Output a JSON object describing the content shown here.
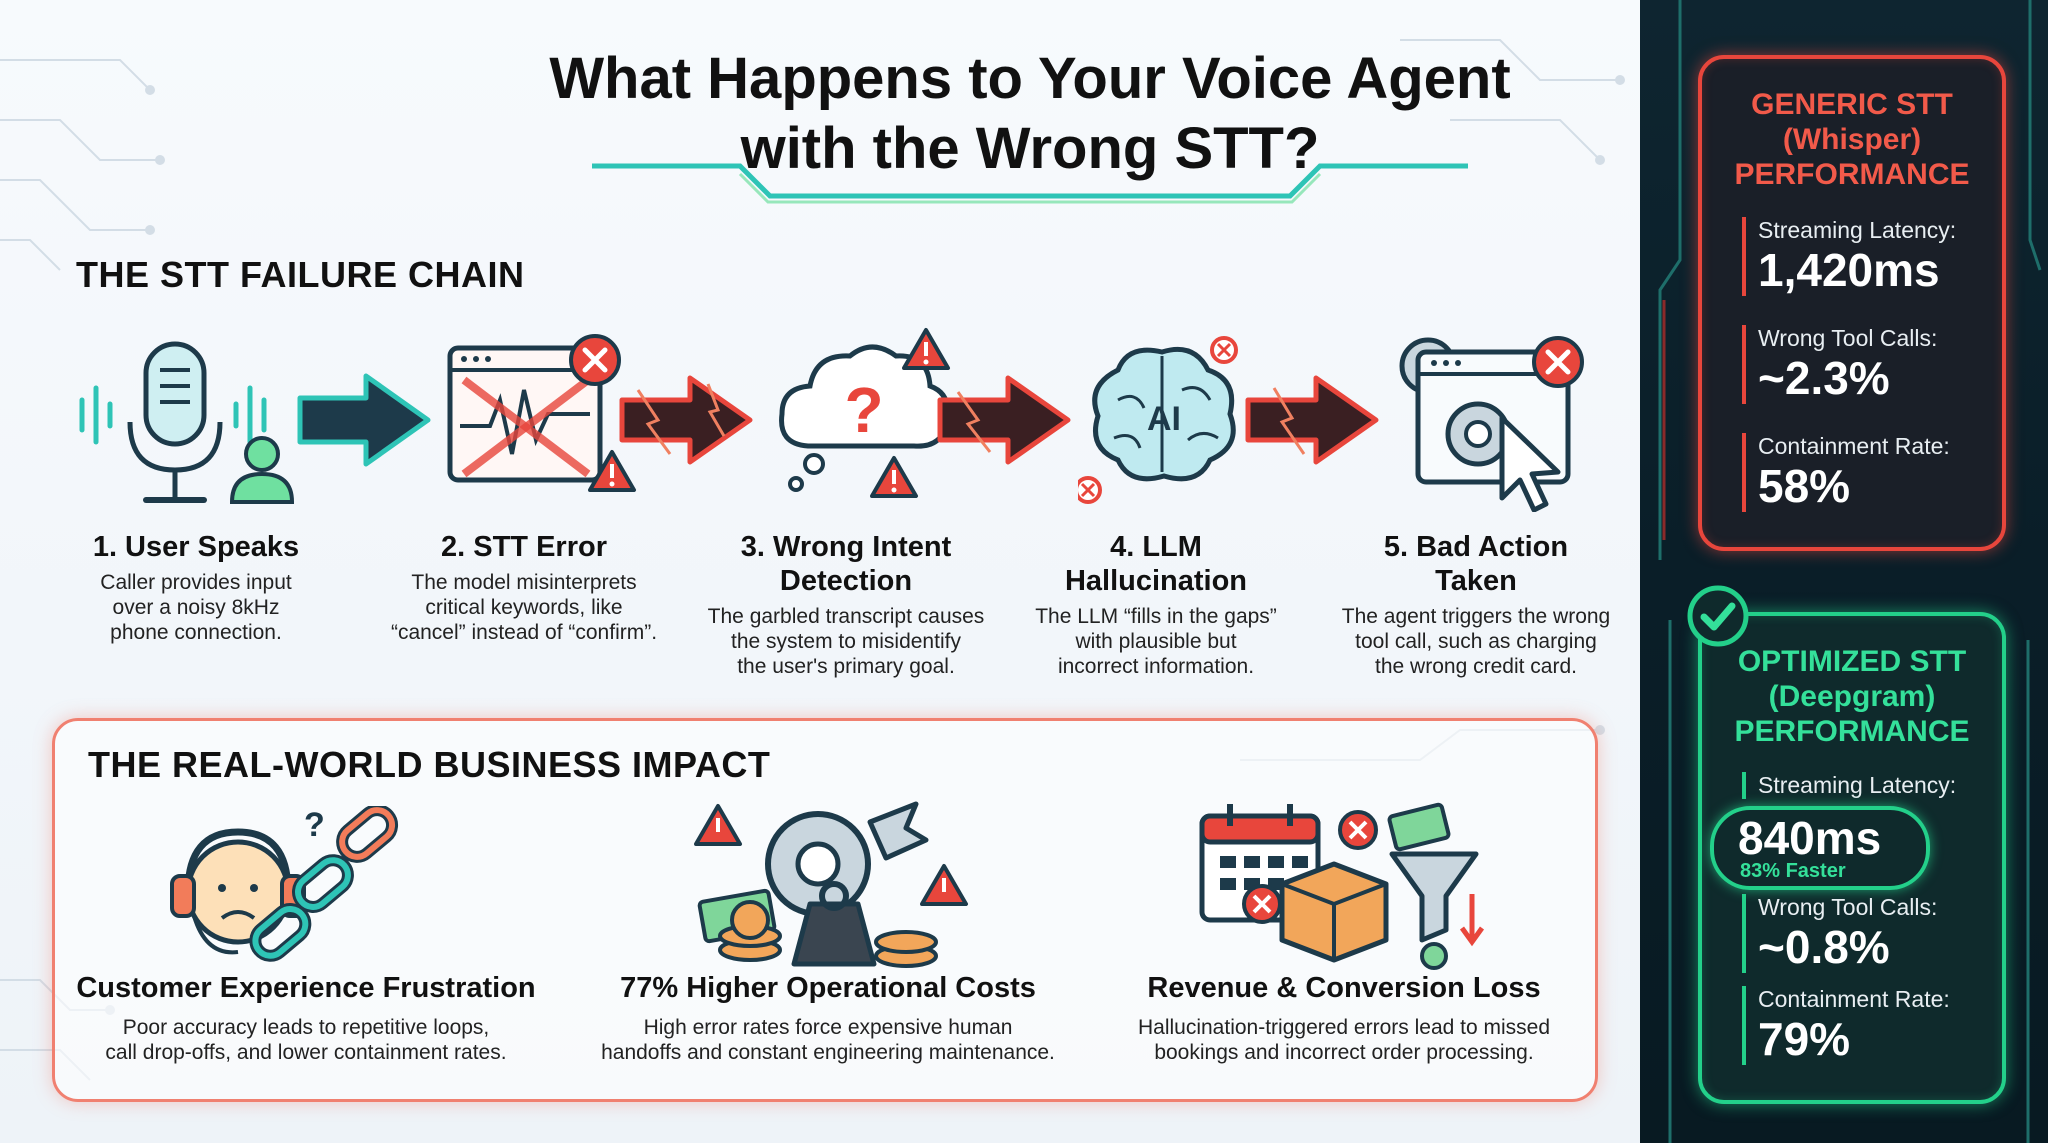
{
  "title": {
    "line1": "What Happens to Your Voice Agent",
    "line2": "with the Wrong STT?"
  },
  "failure_chain": {
    "heading": "THE STT FAILURE CHAIN",
    "steps": [
      {
        "title": "1. User Speaks",
        "desc1": "Caller provides input",
        "desc2": "over a noisy 8kHz",
        "desc3": "phone connection.",
        "icon": "microphone-user-icon"
      },
      {
        "title": "2. STT Error",
        "desc1": "The model misinterprets",
        "desc2": "critical keywords, like",
        "desc3": "“cancel” instead of “confirm”.",
        "icon": "broken-waveform-icon"
      },
      {
        "title1": "3. Wrong Intent",
        "title2": "Detection",
        "desc1": "The garbled transcript causes",
        "desc2": "the system to misidentify",
        "desc3": "the user's primary goal.",
        "icon": "question-cloud-icon"
      },
      {
        "title1": "4. LLM",
        "title2": "Hallucination",
        "desc1": "The LLM “fills in the gaps”",
        "desc2": "with plausible but",
        "desc3": "incorrect information.",
        "icon": "ai-brain-icon",
        "icon_text": "AI"
      },
      {
        "title1": "5. Bad Action",
        "title2": "Taken",
        "desc1": "The agent triggers the wrong",
        "desc2": "tool call, such as charging",
        "desc3": "the wrong credit card.",
        "icon": "gear-cursor-error-icon"
      }
    ]
  },
  "impact": {
    "heading": "THE REAL-WORLD BUSINESS IMPACT",
    "items": [
      {
        "title": "Customer Experience Frustration",
        "desc1": "Poor accuracy leads to repetitive loops,",
        "desc2": "call drop-offs, and lower containment rates.",
        "icon": "frustrated-agent-broken-chain-icon"
      },
      {
        "title": "77% Higher Operational Costs",
        "desc1": "High error rates force expensive human",
        "desc2": "handoffs and constant engineering maintenance.",
        "icon": "gears-money-weight-icon"
      },
      {
        "title": "Revenue & Conversion Loss",
        "desc1": "Hallucination-triggered errors lead to missed",
        "desc2": "bookings and incorrect order processing.",
        "icon": "calendar-box-funnel-icon"
      }
    ]
  },
  "generic": {
    "head1": "GENERIC STT",
    "head2": "(Whisper)",
    "head3": "PERFORMANCE",
    "latency_label": "Streaming Latency:",
    "latency_value": "1,420ms",
    "tool_label": "Wrong Tool Calls:",
    "tool_value": "~2.3%",
    "containment_label": "Containment Rate:",
    "containment_value": "58%"
  },
  "optimized": {
    "head1": "OPTIMIZED STT",
    "head2": "(Deepgram)",
    "head3": "PERFORMANCE",
    "latency_label": "Streaming Latency:",
    "latency_value": "840ms",
    "latency_sub": "83% Faster",
    "tool_label": "Wrong Tool Calls:",
    "tool_value": "~0.8%",
    "containment_label": "Containment Rate:",
    "containment_value": "79%"
  },
  "colors": {
    "error_red": "#e8463c",
    "success_green": "#23d08a",
    "teal": "#22b8a8",
    "navy": "#1d3a4a"
  }
}
